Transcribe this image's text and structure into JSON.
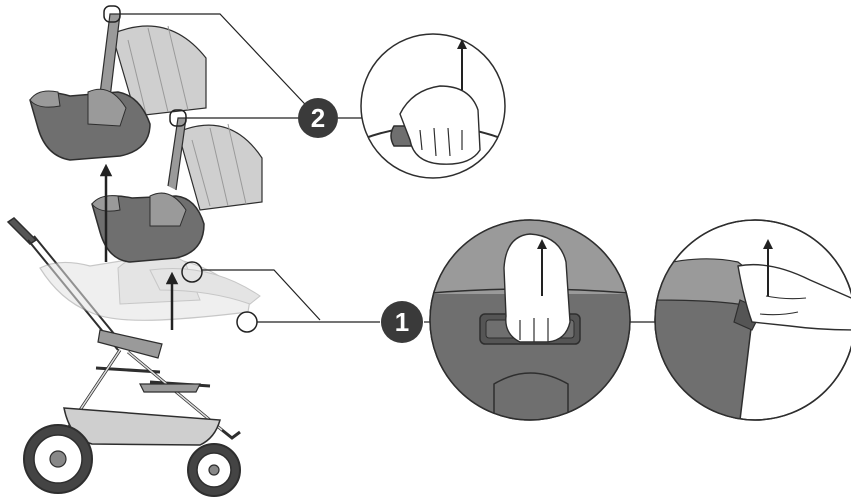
{
  "steps": {
    "lift_handle": {
      "number": "2"
    },
    "release_buttons": {
      "number": "1"
    }
  },
  "colors": {
    "seat_dark": "#6f6f6f",
    "seat_mid": "#9a9a9a",
    "seat_light": "#cfcfcf",
    "seat_pale": "#e2e2e2",
    "outline": "#2e2e2e",
    "badge": "#3a3a3a",
    "line": "#222222"
  },
  "icons": {
    "arrow": "arrow-up-icon",
    "badge": "step-number-badge"
  }
}
